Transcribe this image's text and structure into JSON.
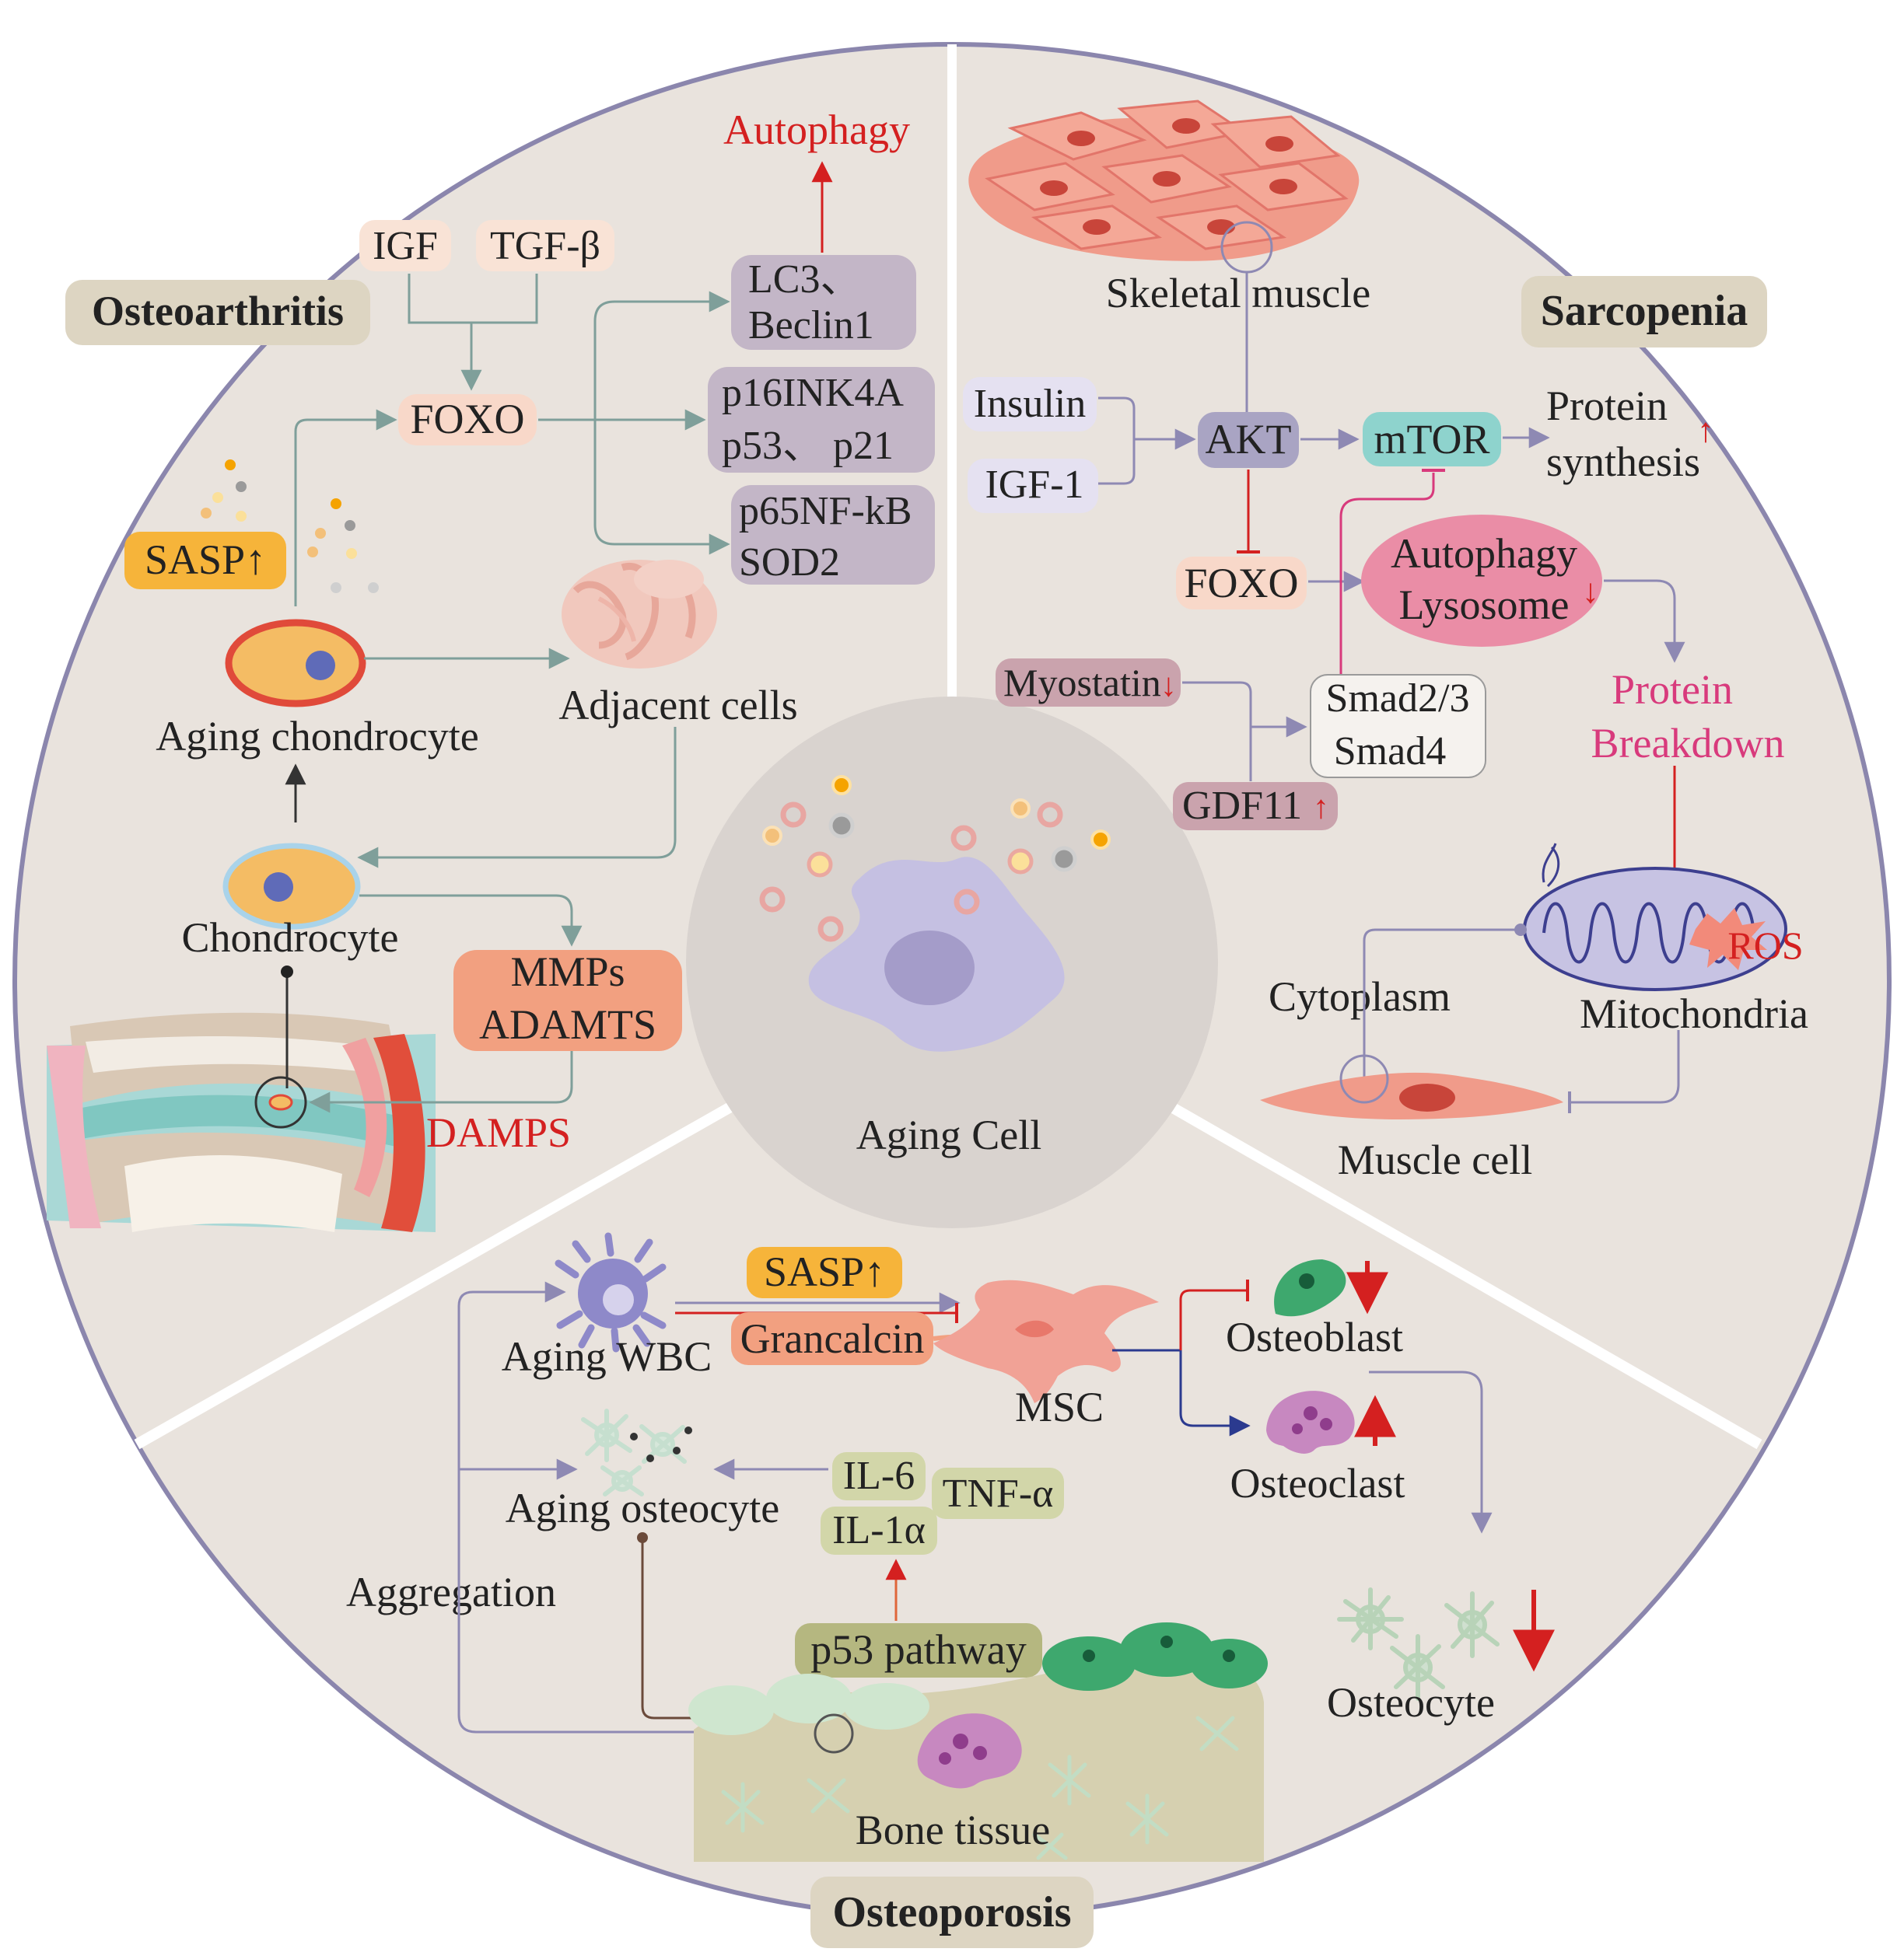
{
  "colors": {
    "background": "#e9e3dd",
    "circle_border": "#8b86ad",
    "divider": "#ffffff",
    "center_circle": "#d9d3cf",
    "title_badge": "#ddd5c2",
    "red_text": "#d42020",
    "pink_text": "#d83a7c",
    "arrow_gray": "#7f9f9a",
    "arrow_purple": "#8e89b3",
    "box_purple": "#c3b6c7",
    "box_peach": "#f8d8c9",
    "box_lavender": "#e5e1f1",
    "box_teal": "#8ed3cd",
    "box_sasp": "#f6b43a",
    "box_salmon": "#f2a080",
    "box_olive": "#d2d6a9",
    "box_olive_dark": "#b5b780",
    "box_mauve": "#caa3ad",
    "autophagy_ellipse": "#ea8da6"
  },
  "sections": {
    "osteoarthritis": {
      "title": "Osteoarthritis",
      "igf": "IGF",
      "tgf": "TGF-β",
      "foxo": "FOXO",
      "autophagy": "Autophagy",
      "lc3_line1": "LC3、",
      "lc3_line2": "Beclin1",
      "p16_line1": "p16INK4A",
      "p16_line2": "p53、 p21",
      "p65_line1": "p65NF-kB",
      "p65_line2": "SOD2",
      "sasp": "SASP↑",
      "adjacent_cells": "Adjacent cells",
      "aging_chondrocyte": "Aging chondrocyte",
      "chondrocyte": "Chondrocyte",
      "mmps_line1": "MMPs",
      "mmps_line2": "ADAMTS",
      "damps": "DAMPS"
    },
    "sarcopenia": {
      "title": "Sarcopenia",
      "skeletal_muscle": "Skeletal muscle",
      "insulin": "Insulin",
      "igf1": "IGF-1",
      "akt": "AKT",
      "mtor": "mTOR",
      "protein_synthesis_line1": "Protein",
      "protein_synthesis_line2": "synthesis",
      "up_arrow": "↑",
      "down_arrow": "↓",
      "foxo": "FOXO",
      "autophagy_line1": "Autophagy",
      "autophagy_line2": "Lysosome",
      "myostatin": "Myostatin",
      "gdf11": "GDF11",
      "smad_line1": "Smad2/3",
      "smad_line2": "Smad4",
      "protein_breakdown_line1": "Protein",
      "protein_breakdown_line2": "Breakdown",
      "ros": "ROS",
      "cytoplasm": "Cytoplasm",
      "mitochondria": "Mitochondria",
      "muscle_cell": "Muscle cell"
    },
    "center": {
      "aging_cell": "Aging Cell"
    },
    "osteoporosis": {
      "title": "Osteoporosis",
      "aging_wbc": "Aging WBC",
      "sasp": "SASP↑",
      "grancalcin": "Grancalcin",
      "msc": "MSC",
      "osteoblast": "Osteoblast",
      "osteoclast": "Osteoclast",
      "aging_osteocyte": "Aging osteocyte",
      "il6": "IL-6",
      "tnf": "TNF-α",
      "il1a": "IL-1α",
      "aggregation": "Aggregation",
      "p53_pathway": "p53 pathway",
      "osteocyte": "Osteocyte",
      "bone_tissue": "Bone tissue"
    }
  }
}
